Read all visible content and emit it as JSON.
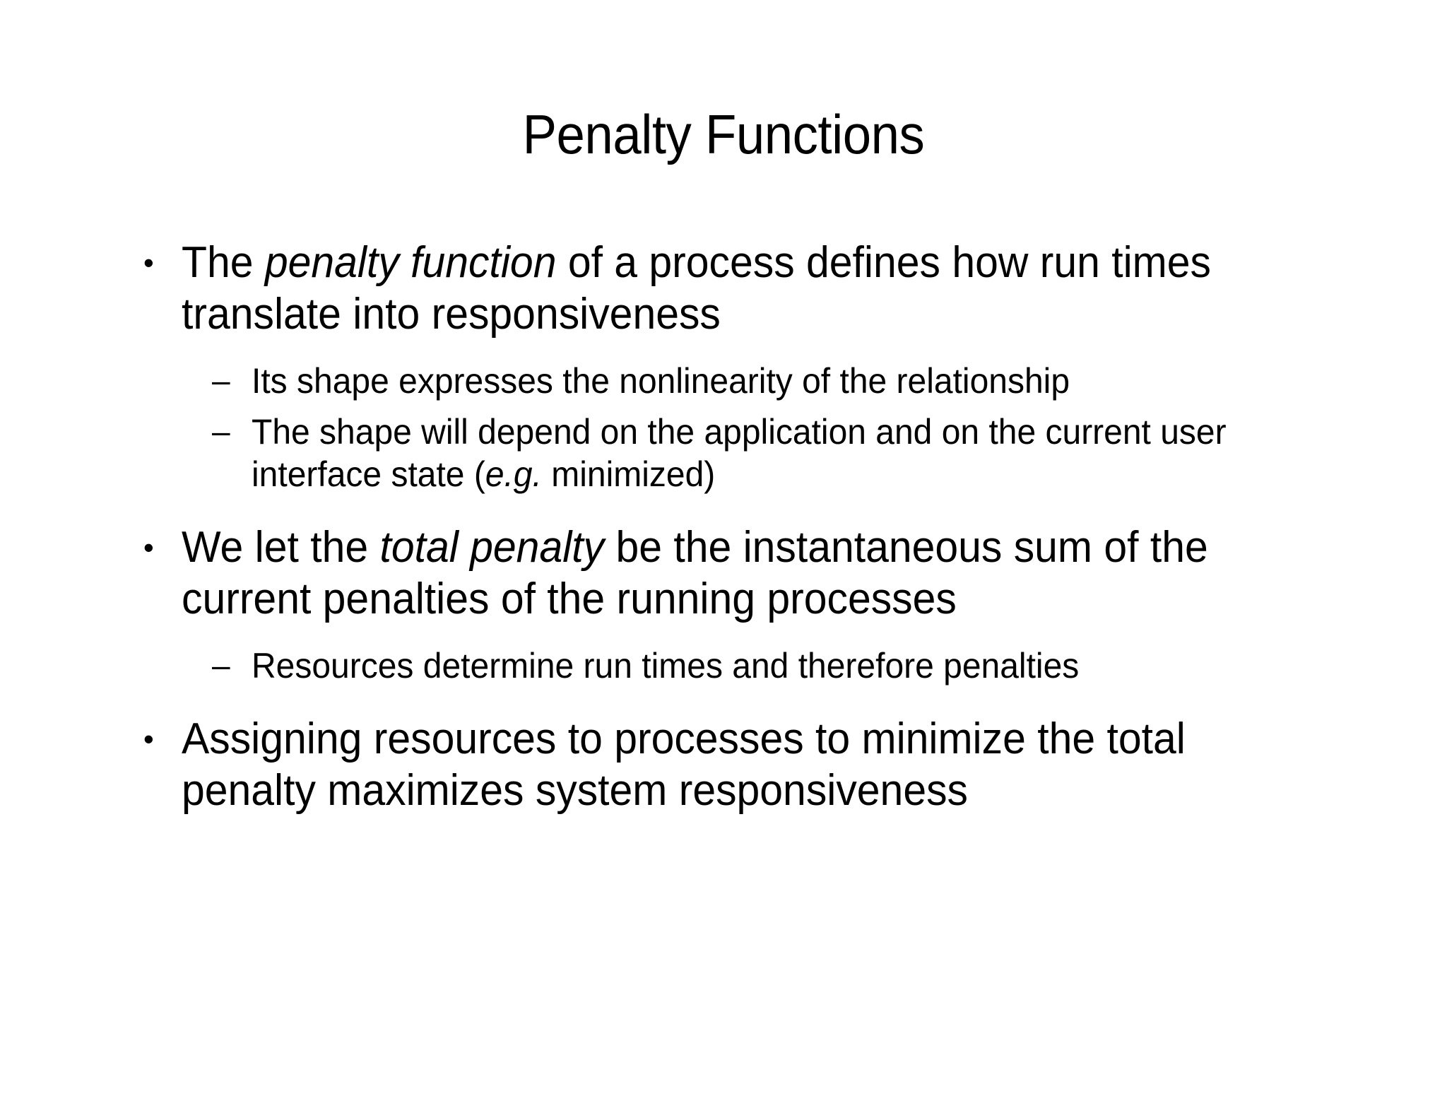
{
  "slide": {
    "title": "Penalty Functions",
    "background_color": "#ffffff",
    "text_color": "#000000",
    "bullet_marker_level1": "•",
    "bullet_marker_level2": "–",
    "content": [
      {
        "level": 1,
        "text_before_italic": "The ",
        "italic": "penalty function",
        "text_after_italic": " of a process defines how run times translate into responsiveness",
        "plain": "The penalty function of a process defines how run times translate into responsiveness"
      },
      {
        "level": 2,
        "plain": "Its shape expresses the nonlinearity of the relationship"
      },
      {
        "level": 2,
        "text_before_italic": "The shape will depend on the application and on the current user interface state (",
        "italic": "e.g.",
        "text_after_italic": " minimized)",
        "plain": "The shape will depend on the application and on the current user interface state (e.g. minimized)"
      },
      {
        "level": 1,
        "text_before_italic": "We let the ",
        "italic": "total penalty",
        "text_after_italic": " be the instantaneous sum of the current penalties of the running processes",
        "plain": "We let the total penalty be the instantaneous sum of the current penalties of the running processes"
      },
      {
        "level": 2,
        "plain": "Resources determine run times and therefore penalties"
      },
      {
        "level": 1,
        "plain": "Assigning resources to processes to minimize the total penalty maximizes system responsiveness"
      }
    ]
  }
}
